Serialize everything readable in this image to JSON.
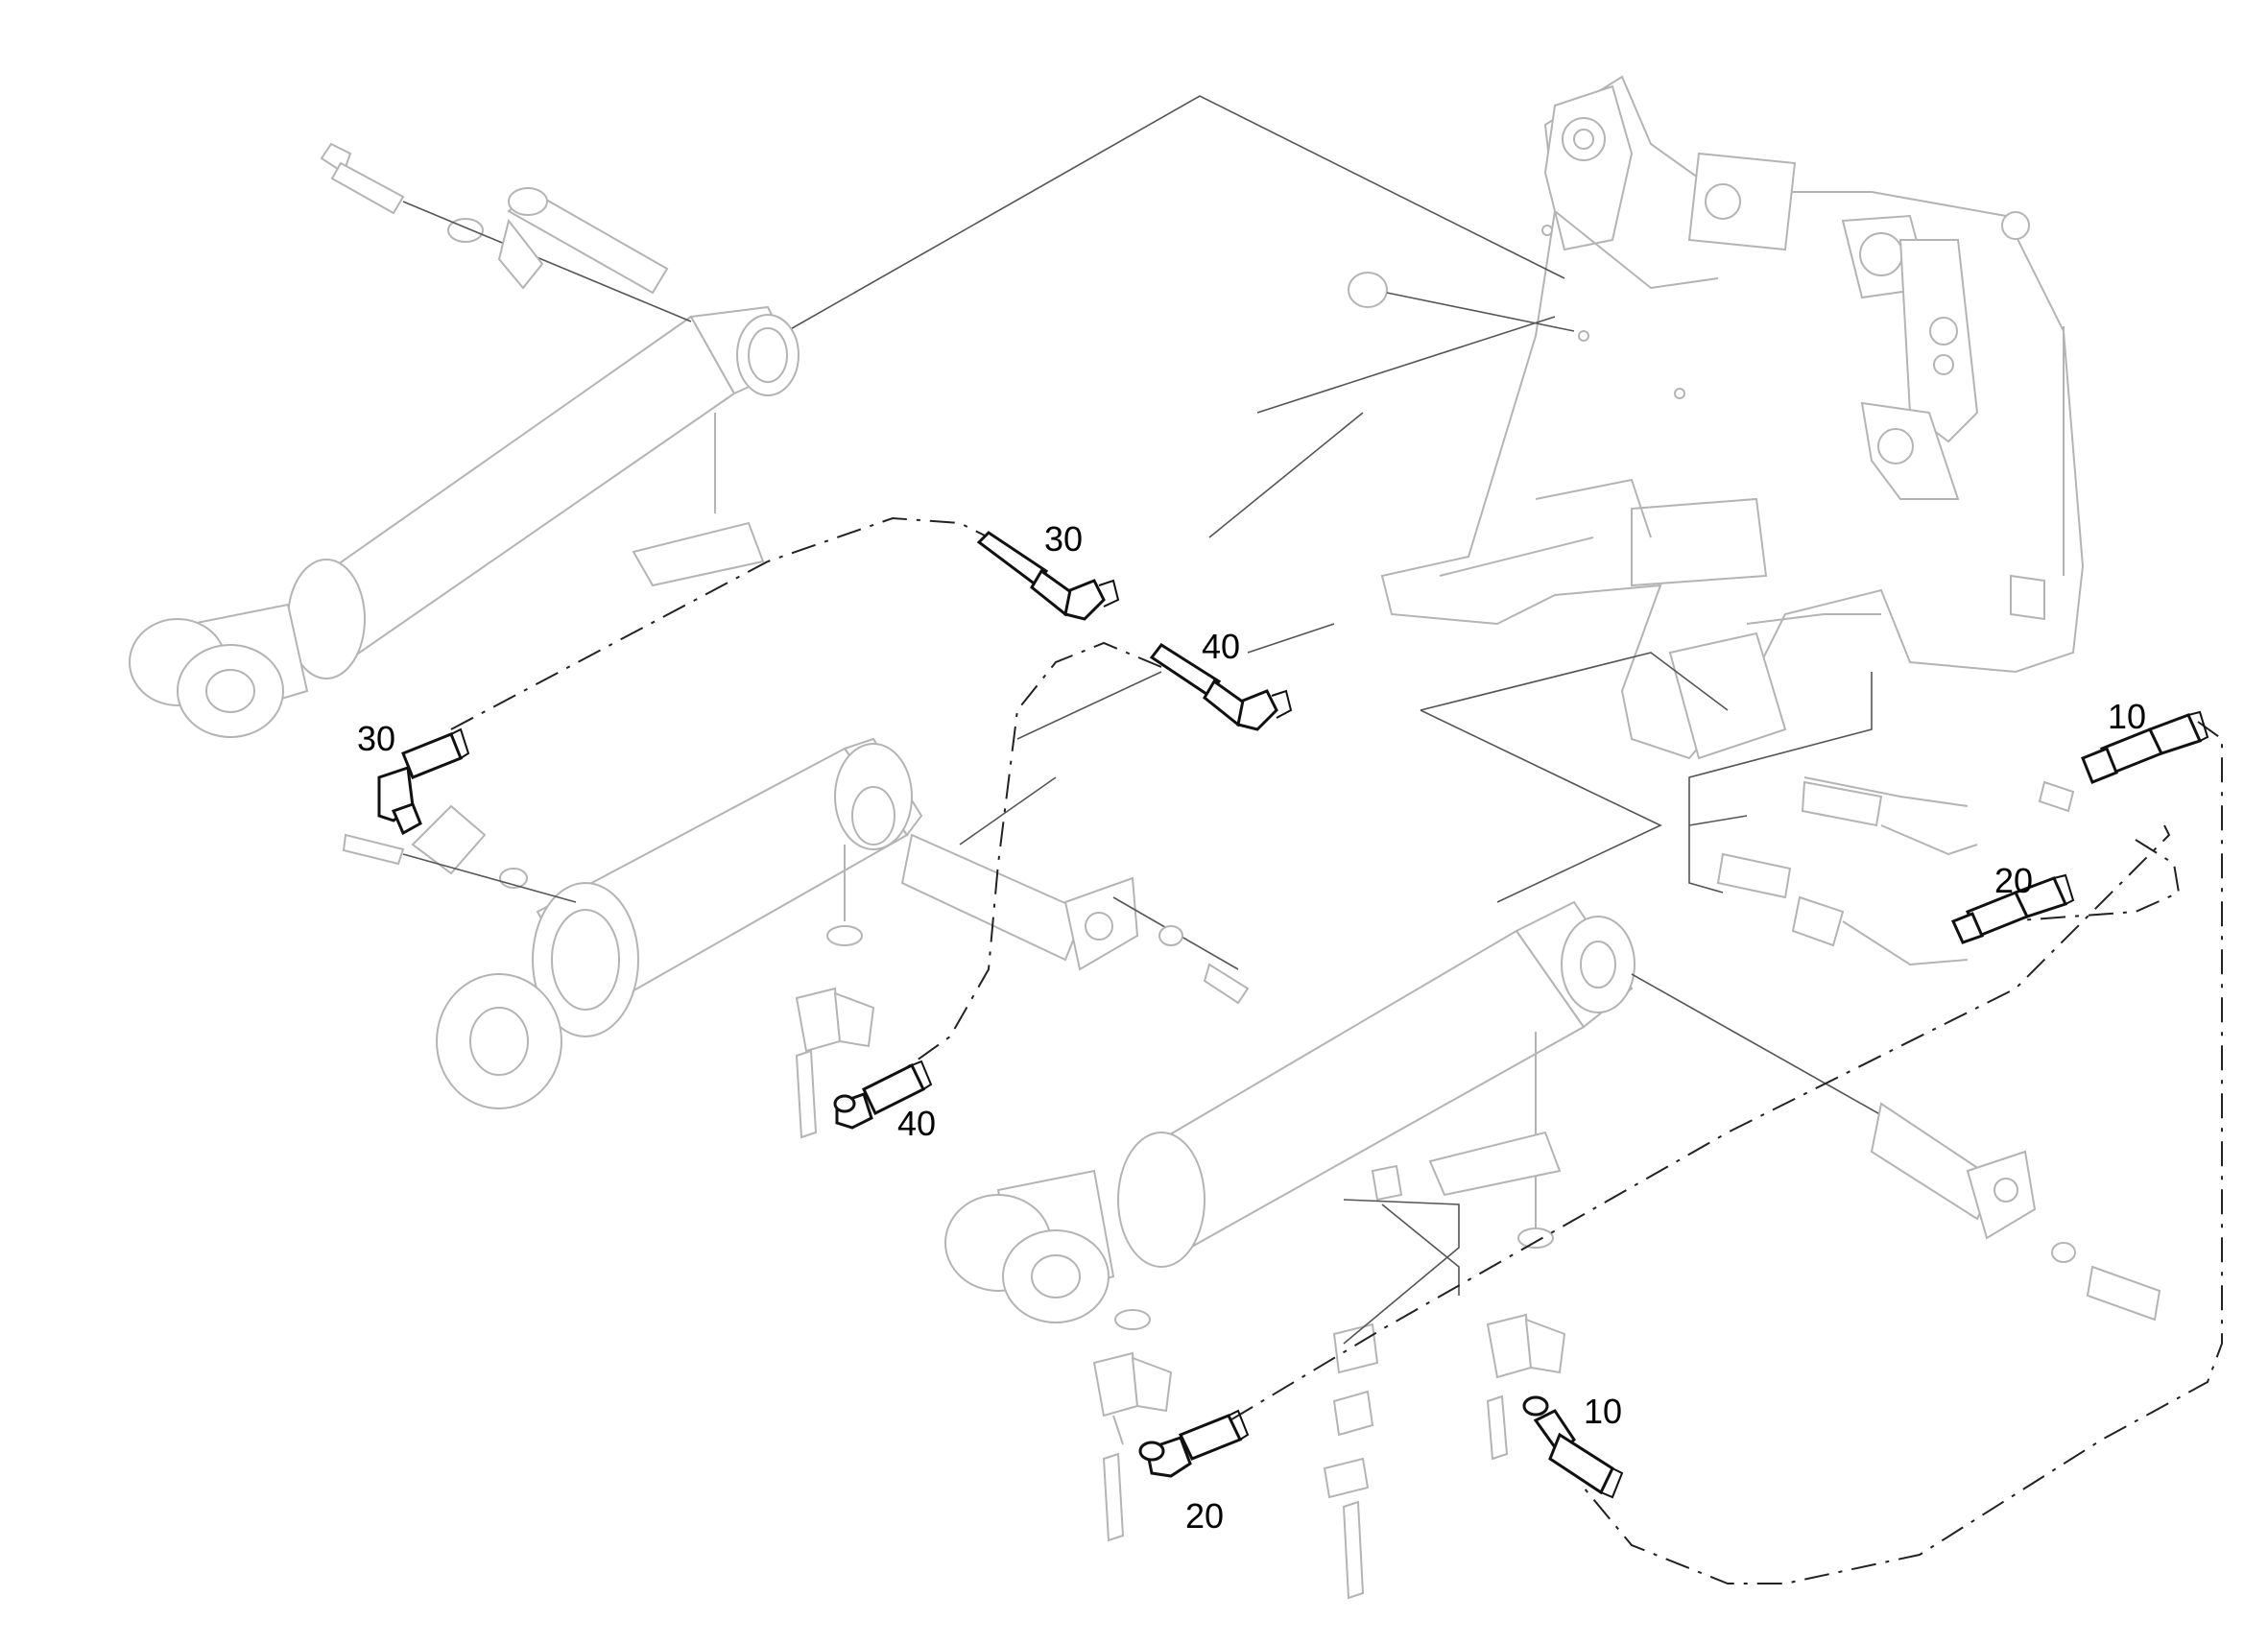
{
  "callouts": [
    {
      "id": "30a",
      "label": "30"
    },
    {
      "id": "40a",
      "label": "40"
    },
    {
      "id": "30b",
      "label": "30"
    },
    {
      "id": "10a",
      "label": "10"
    },
    {
      "id": "20a",
      "label": "20"
    },
    {
      "id": "40b",
      "label": "40"
    },
    {
      "id": "10b",
      "label": "10"
    },
    {
      "id": "20b",
      "label": "20"
    }
  ],
  "colors": {
    "line_art": "#b4b4b4",
    "hose_parts": "#111111",
    "background": "#ffffff"
  }
}
